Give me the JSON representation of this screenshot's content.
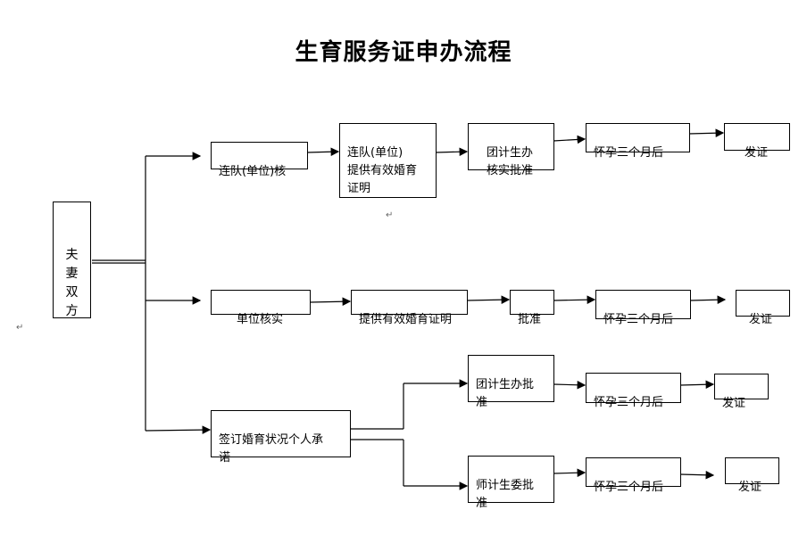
{
  "title": "生育服务证申办流程",
  "start": "夫\n妻\n双\n方",
  "row1": {
    "step1": "连队(单位)核",
    "step2": "连队(单位)\n提供有效婚育\n证明",
    "step3": "团计生办\n核实批准",
    "step4": "怀孕三个月后",
    "step5": "发证"
  },
  "row2": {
    "step1": "单位核实",
    "step2": "提供有效婚育证明",
    "step3": "批准",
    "step4": "怀孕三个月后",
    "step5": "发证"
  },
  "row3": {
    "step1": "签订婚育状况个人承\n诺",
    "branch_a": {
      "step2": "团计生办批\n准",
      "step3": "怀孕三个月后",
      "step4": "发证"
    },
    "branch_b": {
      "step2": "师计生委批\n准",
      "step3": "怀孕三个月后",
      "step4": "发证"
    }
  },
  "paragraph_mark": "↵"
}
